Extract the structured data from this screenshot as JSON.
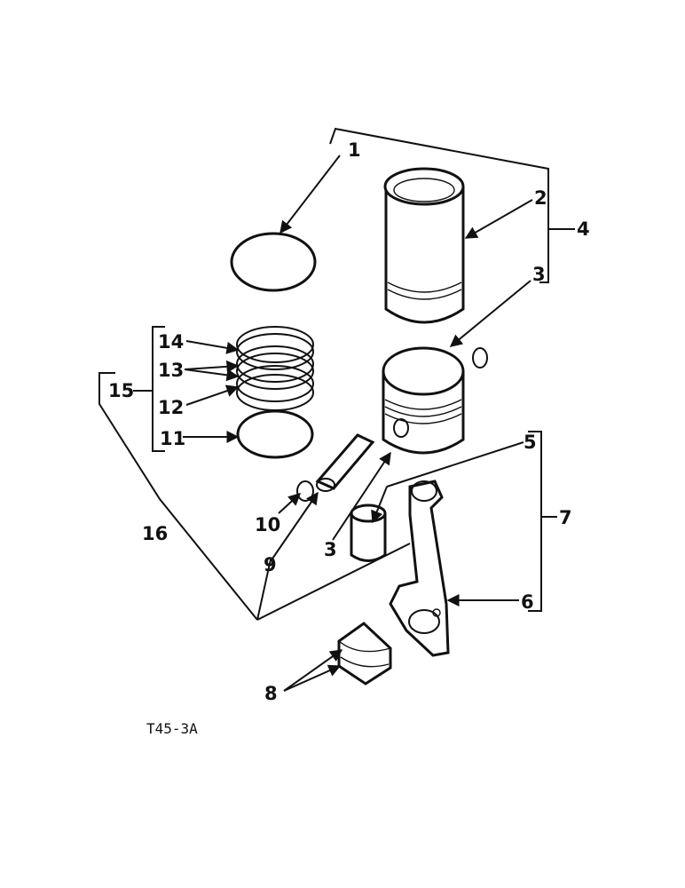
{
  "drawing_ref": "T45-3A",
  "callouts": {
    "c1": "1",
    "c2": "2",
    "c3a": "3",
    "c3b": "3",
    "c4": "4",
    "c5": "5",
    "c6": "6",
    "c7": "7",
    "c8": "8",
    "c9": "9",
    "c10": "10",
    "c11": "11",
    "c12": "12",
    "c13": "13",
    "c14": "14",
    "c15": "15",
    "c16": "16"
  },
  "colors": {
    "ink": "#111111",
    "paper": "#ffffff"
  }
}
